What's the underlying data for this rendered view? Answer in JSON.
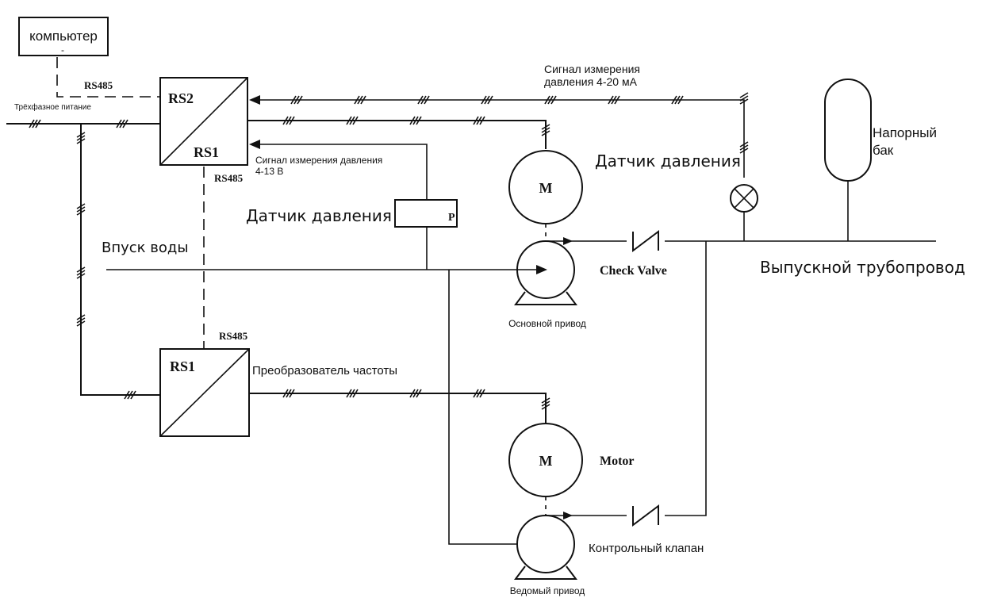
{
  "labels": {
    "computer": "компьютер",
    "computer_dash": "-",
    "rs485_top": "RS485",
    "three_phase": "Трёхфазное питание",
    "rs2": "RS2",
    "rs1_main": "RS1",
    "rs485_mid": "RS485",
    "signal_voltage_line1": "Сигнал измерения давления",
    "signal_voltage_line2": "4-13 В",
    "signal_current_line1": "Сигнал измерения",
    "signal_current_line2": "давления 4-20 мА",
    "pressure_sensor_left": "Датчик давления",
    "pressure_sensor_right": "Датчик давления",
    "sensor_p": "P",
    "motor_m_top": "M",
    "motor_m_bottom": "M",
    "motor_label": "Motor",
    "tank_line1": "Напорный",
    "tank_line2": "бак",
    "water_inlet": "Впуск воды",
    "check_valve": "Check Valve",
    "outlet_pipe": "Выпускной трубопровод",
    "main_drive": "Основной привод",
    "rs485_lower": "RS485",
    "rs1_lower": "RS1",
    "freq_converter": "Преобразователь частоты",
    "control_valve": "Контрольный клапан",
    "slave_drive": "Ведомый привод"
  }
}
